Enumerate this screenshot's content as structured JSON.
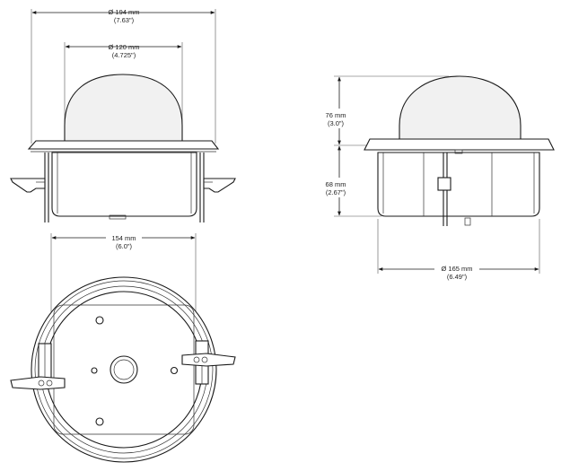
{
  "dimensions": {
    "dome_outer_diameter": {
      "mm": "Ø 194 mm",
      "inch": "(7.63\")"
    },
    "dome_diameter": {
      "mm": "Ø 120 mm",
      "inch": "(4.725\")"
    },
    "mount_width": {
      "mm": "154 mm",
      "inch": "(6.0\")"
    },
    "dome_height": {
      "mm": "76 mm",
      "inch": "(3.0\")"
    },
    "body_height": {
      "mm": "68 mm",
      "inch": "(2.67\")"
    },
    "body_diameter": {
      "mm": "Ø 165 mm",
      "inch": "(6.49\")"
    }
  },
  "colors": {
    "line": "#1a1a1a",
    "background": "#ffffff"
  }
}
